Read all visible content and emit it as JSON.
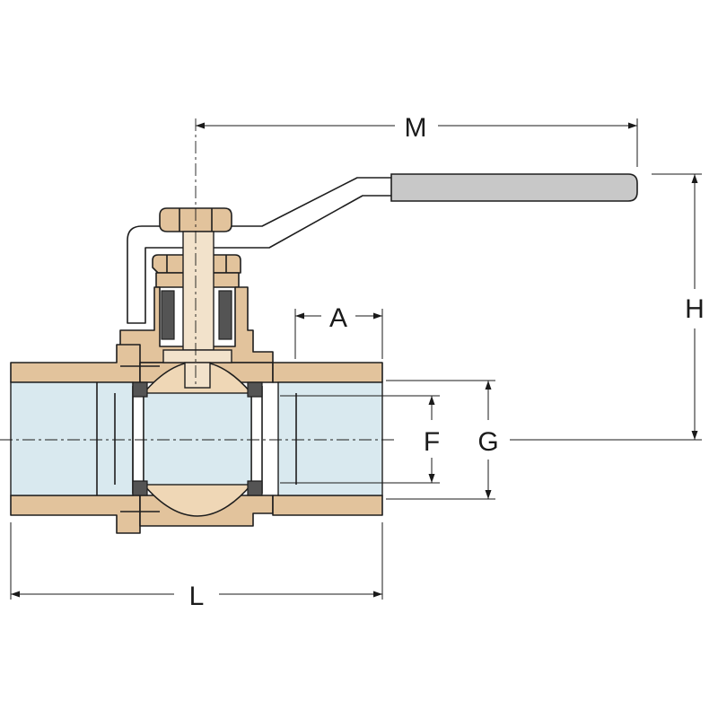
{
  "dimension_labels": {
    "M": "M",
    "H": "H",
    "A": "A",
    "F": "F",
    "G": "G",
    "L": "L"
  },
  "colors": {
    "brass": "#e2c39c",
    "brass_light": "#efd7b6",
    "bore": "#d9e9ef",
    "seal": "#545454",
    "lever_grip": "#c8c8c8",
    "line": "#1e1e1e"
  }
}
